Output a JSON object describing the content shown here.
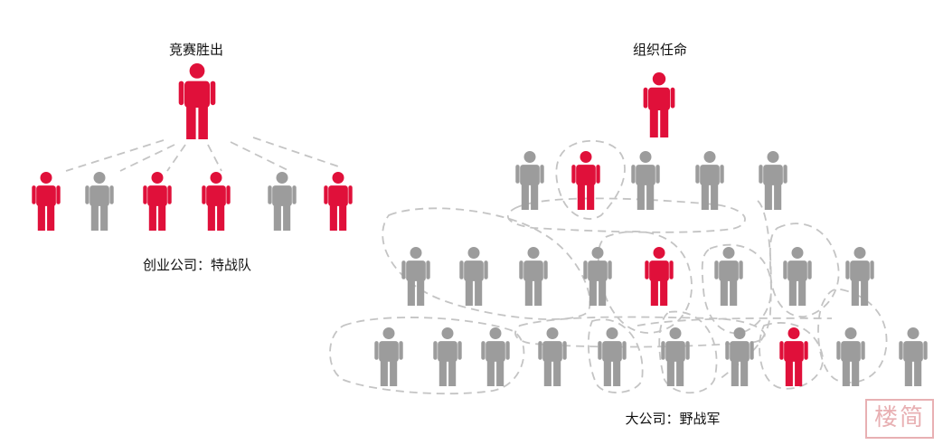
{
  "left": {
    "top_label": "竞赛胜出",
    "bottom_label": "创业公司：特战队",
    "team_colors": [
      "red",
      "gray",
      "red",
      "red",
      "gray",
      "red"
    ]
  },
  "right": {
    "top_label": "组织任命",
    "bottom_label": "大公司：野战军",
    "rows": [
      [
        "gray",
        "red",
        "gray",
        "gray",
        "gray"
      ],
      [
        "gray",
        "gray",
        "gray",
        "gray",
        "red",
        "gray",
        "gray",
        "gray"
      ],
      [
        "gray",
        "gray",
        "gray",
        "gray",
        "gray",
        "gray",
        "gray",
        "red",
        "gray",
        "gray"
      ]
    ]
  },
  "colors": {
    "red": "#e0103a",
    "gray": "#9c9c9c",
    "dash": "#c4c4c4"
  },
  "watermark": "楼简"
}
